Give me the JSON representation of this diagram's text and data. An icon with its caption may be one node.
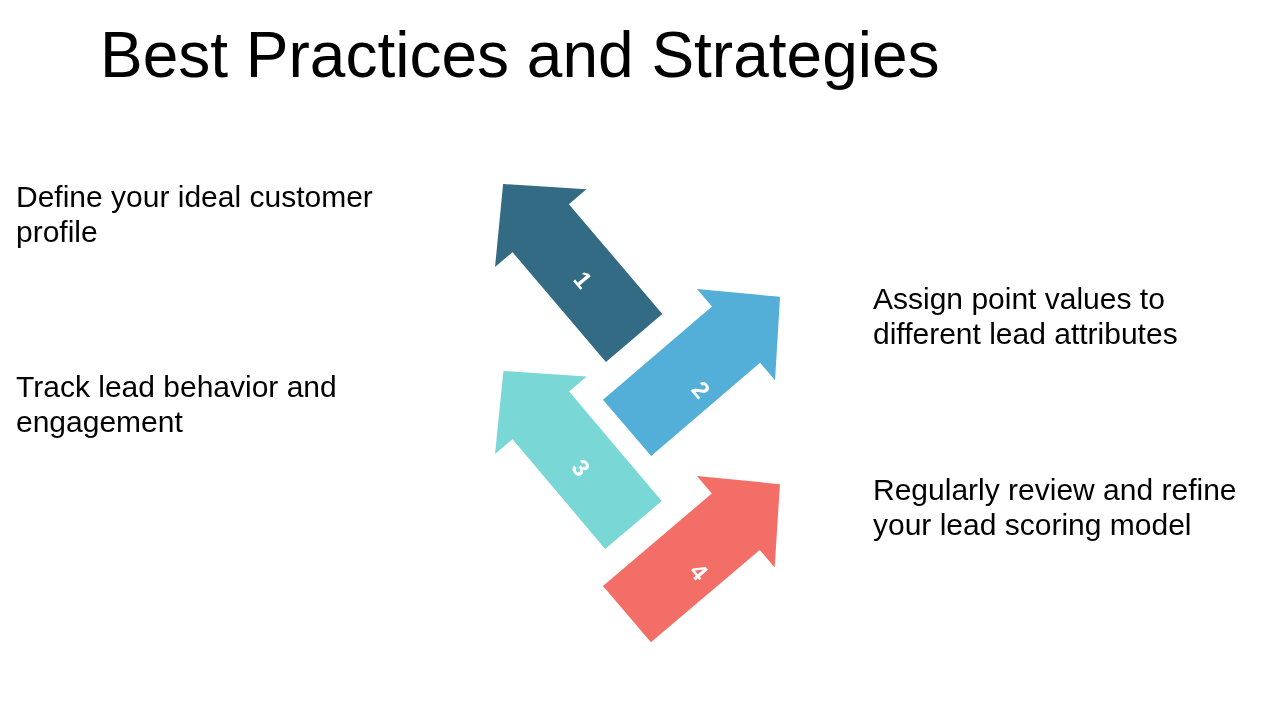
{
  "diagram": {
    "title": "Best Practices and Strategies",
    "nodes": [
      {
        "text": [
          "1"
        ]
      },
      {
        "text": [
          "2"
        ]
      },
      {
        "text": [
          "3"
        ]
      },
      {
        "text": [
          "4"
        ]
      }
    ],
    "labels": [
      "Define your ideal customer profile",
      "Assign point values to different lead attributes",
      "Track lead behavior and engagement",
      "Regularly review and refine your lead scoring model"
    ]
  }
}
